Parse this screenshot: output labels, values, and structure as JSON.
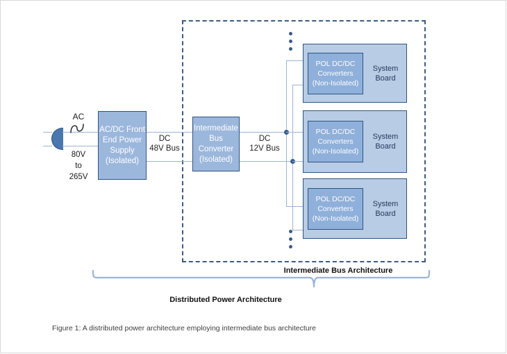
{
  "figure": {
    "caption": "Figure 1: A distributed power architecture employing intermediate bus architecture"
  },
  "colors": {
    "box_fill": "#9CB7DC",
    "box_stroke": "#2E5380",
    "board_fill": "#B9CCE5",
    "pol_fill": "#8FB0DA",
    "wire": "#9AB4D4",
    "dashed_border": "#3C5A80",
    "plug_fill": "#4A77AD",
    "dot": "#3A5A8C"
  },
  "input": {
    "ac_label": "AC",
    "ac_waveform_icon": "sine-wave-icon",
    "plug_icon": "ac-plug-icon",
    "voltage_range": "80V\nto\n265V",
    "voltage_lines": [
      "80V",
      "to",
      "265V"
    ]
  },
  "blocks": {
    "front_end": {
      "lines": [
        "AC/DC Front",
        "End Power",
        "Supply",
        "(Isolated)"
      ]
    },
    "intermediate": {
      "lines": [
        "Intermediate",
        "Bus",
        "Converter",
        "(Isolated)"
      ]
    },
    "pol": {
      "lines": [
        "POL DC/DC",
        "Converters",
        "(Non-Isolated)"
      ]
    },
    "board": {
      "lines": [
        "System",
        "Board"
      ]
    }
  },
  "buses": {
    "dc48": {
      "lines": [
        "DC",
        "48V Bus"
      ]
    },
    "dc12": {
      "lines": [
        "DC",
        "12V Bus"
      ]
    }
  },
  "boards": [
    {
      "pol_lines": [
        "POL DC/DC",
        "Converters",
        "(Non-Isolated)"
      ],
      "board_lines": [
        "System",
        "Board"
      ]
    },
    {
      "pol_lines": [
        "POL DC/DC",
        "Converters",
        "(Non-Isolated)"
      ],
      "board_lines": [
        "System",
        "Board"
      ]
    },
    {
      "pol_lines": [
        "POL DC/DC",
        "Converters",
        "(Non-Isolated)"
      ],
      "board_lines": [
        "System",
        "Board"
      ]
    }
  ],
  "annotations": {
    "intermediate_bus_architecture": "Intermediate Bus Architecture",
    "distributed_power_architecture": "Distributed Power Architecture"
  },
  "ellipsis": {
    "top_icon": "vertical-ellipsis-icon",
    "bottom_icon": "vertical-ellipsis-icon"
  }
}
